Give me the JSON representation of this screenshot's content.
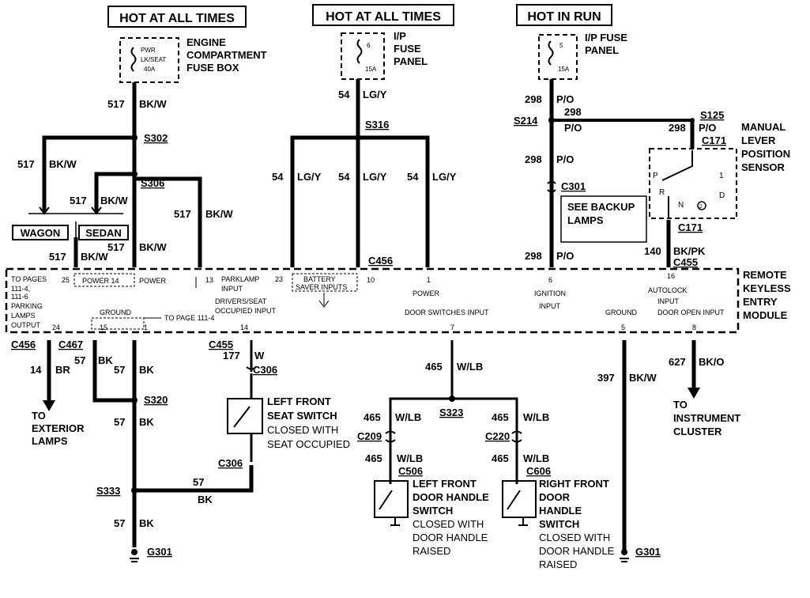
{
  "headers": {
    "hot_left": "HOT AT ALL TIMES",
    "hot_mid": "HOT AT ALL TIMES",
    "hot_right": "HOT IN RUN"
  },
  "fuses": {
    "left_fuse": [
      "PWR",
      "LK/SEAT",
      "40A"
    ],
    "left_label": [
      "ENGINE",
      "COMPARTMENT",
      "FUSE BOX"
    ],
    "mid_fuse": [
      "6",
      "15A"
    ],
    "mid_label": [
      "I/P",
      "FUSE",
      "PANEL"
    ],
    "right_fuse": [
      "5",
      "15A"
    ],
    "right_label": [
      "I/P FUSE",
      "PANEL"
    ]
  },
  "wires": {
    "w517_bkw": [
      "517",
      "BK/W"
    ],
    "w54_lgy": [
      "54",
      "LG/Y"
    ],
    "w298_po": [
      "298",
      "P/O"
    ],
    "w140_bkpk": [
      "140",
      "BK/PK"
    ],
    "w14_br": [
      "14",
      "BR"
    ],
    "w57_bk": [
      "57",
      "BK"
    ],
    "w177_w": [
      "177",
      "W"
    ],
    "w465_wlb": [
      "465",
      "W/LB"
    ],
    "w397_bkw": [
      "397",
      "BK/W"
    ],
    "w627_bko": [
      "627",
      "BK/O"
    ]
  },
  "splices": [
    "S302",
    "S306",
    "S316",
    "S214",
    "S125",
    "S320",
    "S333",
    "S323"
  ],
  "connectors": [
    "C171",
    "C301",
    "C456",
    "C455",
    "C467",
    "C306",
    "C209",
    "C220",
    "C506",
    "C606"
  ],
  "grounds": [
    "G301",
    "G301"
  ],
  "options": [
    "WAGON",
    "SEDAN"
  ],
  "module": {
    "name": [
      "REMOTE",
      "KEYLESS",
      "ENTRY",
      "MODULE"
    ],
    "power": "POWER",
    "power_14": "POWER 14",
    "parkinglamps": [
      "TO PAGES",
      "111-4,",
      "111-6",
      "PARKING",
      "LAMPS",
      "OUTPUT"
    ],
    "parklamp": [
      "PARKLAMP",
      "INPUT"
    ],
    "driver_seat": [
      "DRIVERS/SEAT",
      "OCCUPIED INPUT"
    ],
    "battery_saver": [
      "BATTERY",
      "SAVER INPUTS"
    ],
    "door_switches": "DOOR SWITCHES INPUT",
    "ignition": [
      "IGNITION",
      "INPUT"
    ],
    "ground": "GROUND",
    "autolock": [
      "AUTOLOCK",
      "INPUT"
    ],
    "door_open": "DOOR OPEN INPUT",
    "ground_left": "GROUND",
    "to_page": "TO PAGE 111-4",
    "pins": [
      "25",
      "13",
      "23",
      "10",
      "1",
      "6",
      "16",
      "24",
      "15",
      "1",
      "14",
      "7",
      "5",
      "8"
    ]
  },
  "sensor": {
    "label": [
      "MANUAL",
      "LEVER",
      "POSITION",
      "SENSOR"
    ],
    "letters": [
      "P",
      "R",
      "N",
      "D",
      "1",
      "2"
    ]
  },
  "backup": [
    "SEE BACKUP",
    "LAMPS"
  ],
  "destinations": {
    "exterior": [
      "TO",
      "EXTERIOR",
      "LAMPS"
    ],
    "instrument": [
      "TO",
      "INSTRUMENT",
      "CLUSTER"
    ]
  },
  "switches": {
    "seat": [
      "LEFT FRONT",
      "SEAT SWITCH",
      "CLOSED WITH",
      "SEAT OCCUPIED"
    ],
    "left_door": [
      "LEFT FRONT",
      "DOOR HANDLE",
      "SWITCH",
      "CLOSED WITH",
      "DOOR HANDLE",
      "RAISED"
    ],
    "right_door": [
      "RIGHT FRONT",
      "DOOR",
      "HANDLE",
      "SWITCH",
      "CLOSED WITH",
      "DOOR HANDLE",
      "RAISED"
    ]
  }
}
